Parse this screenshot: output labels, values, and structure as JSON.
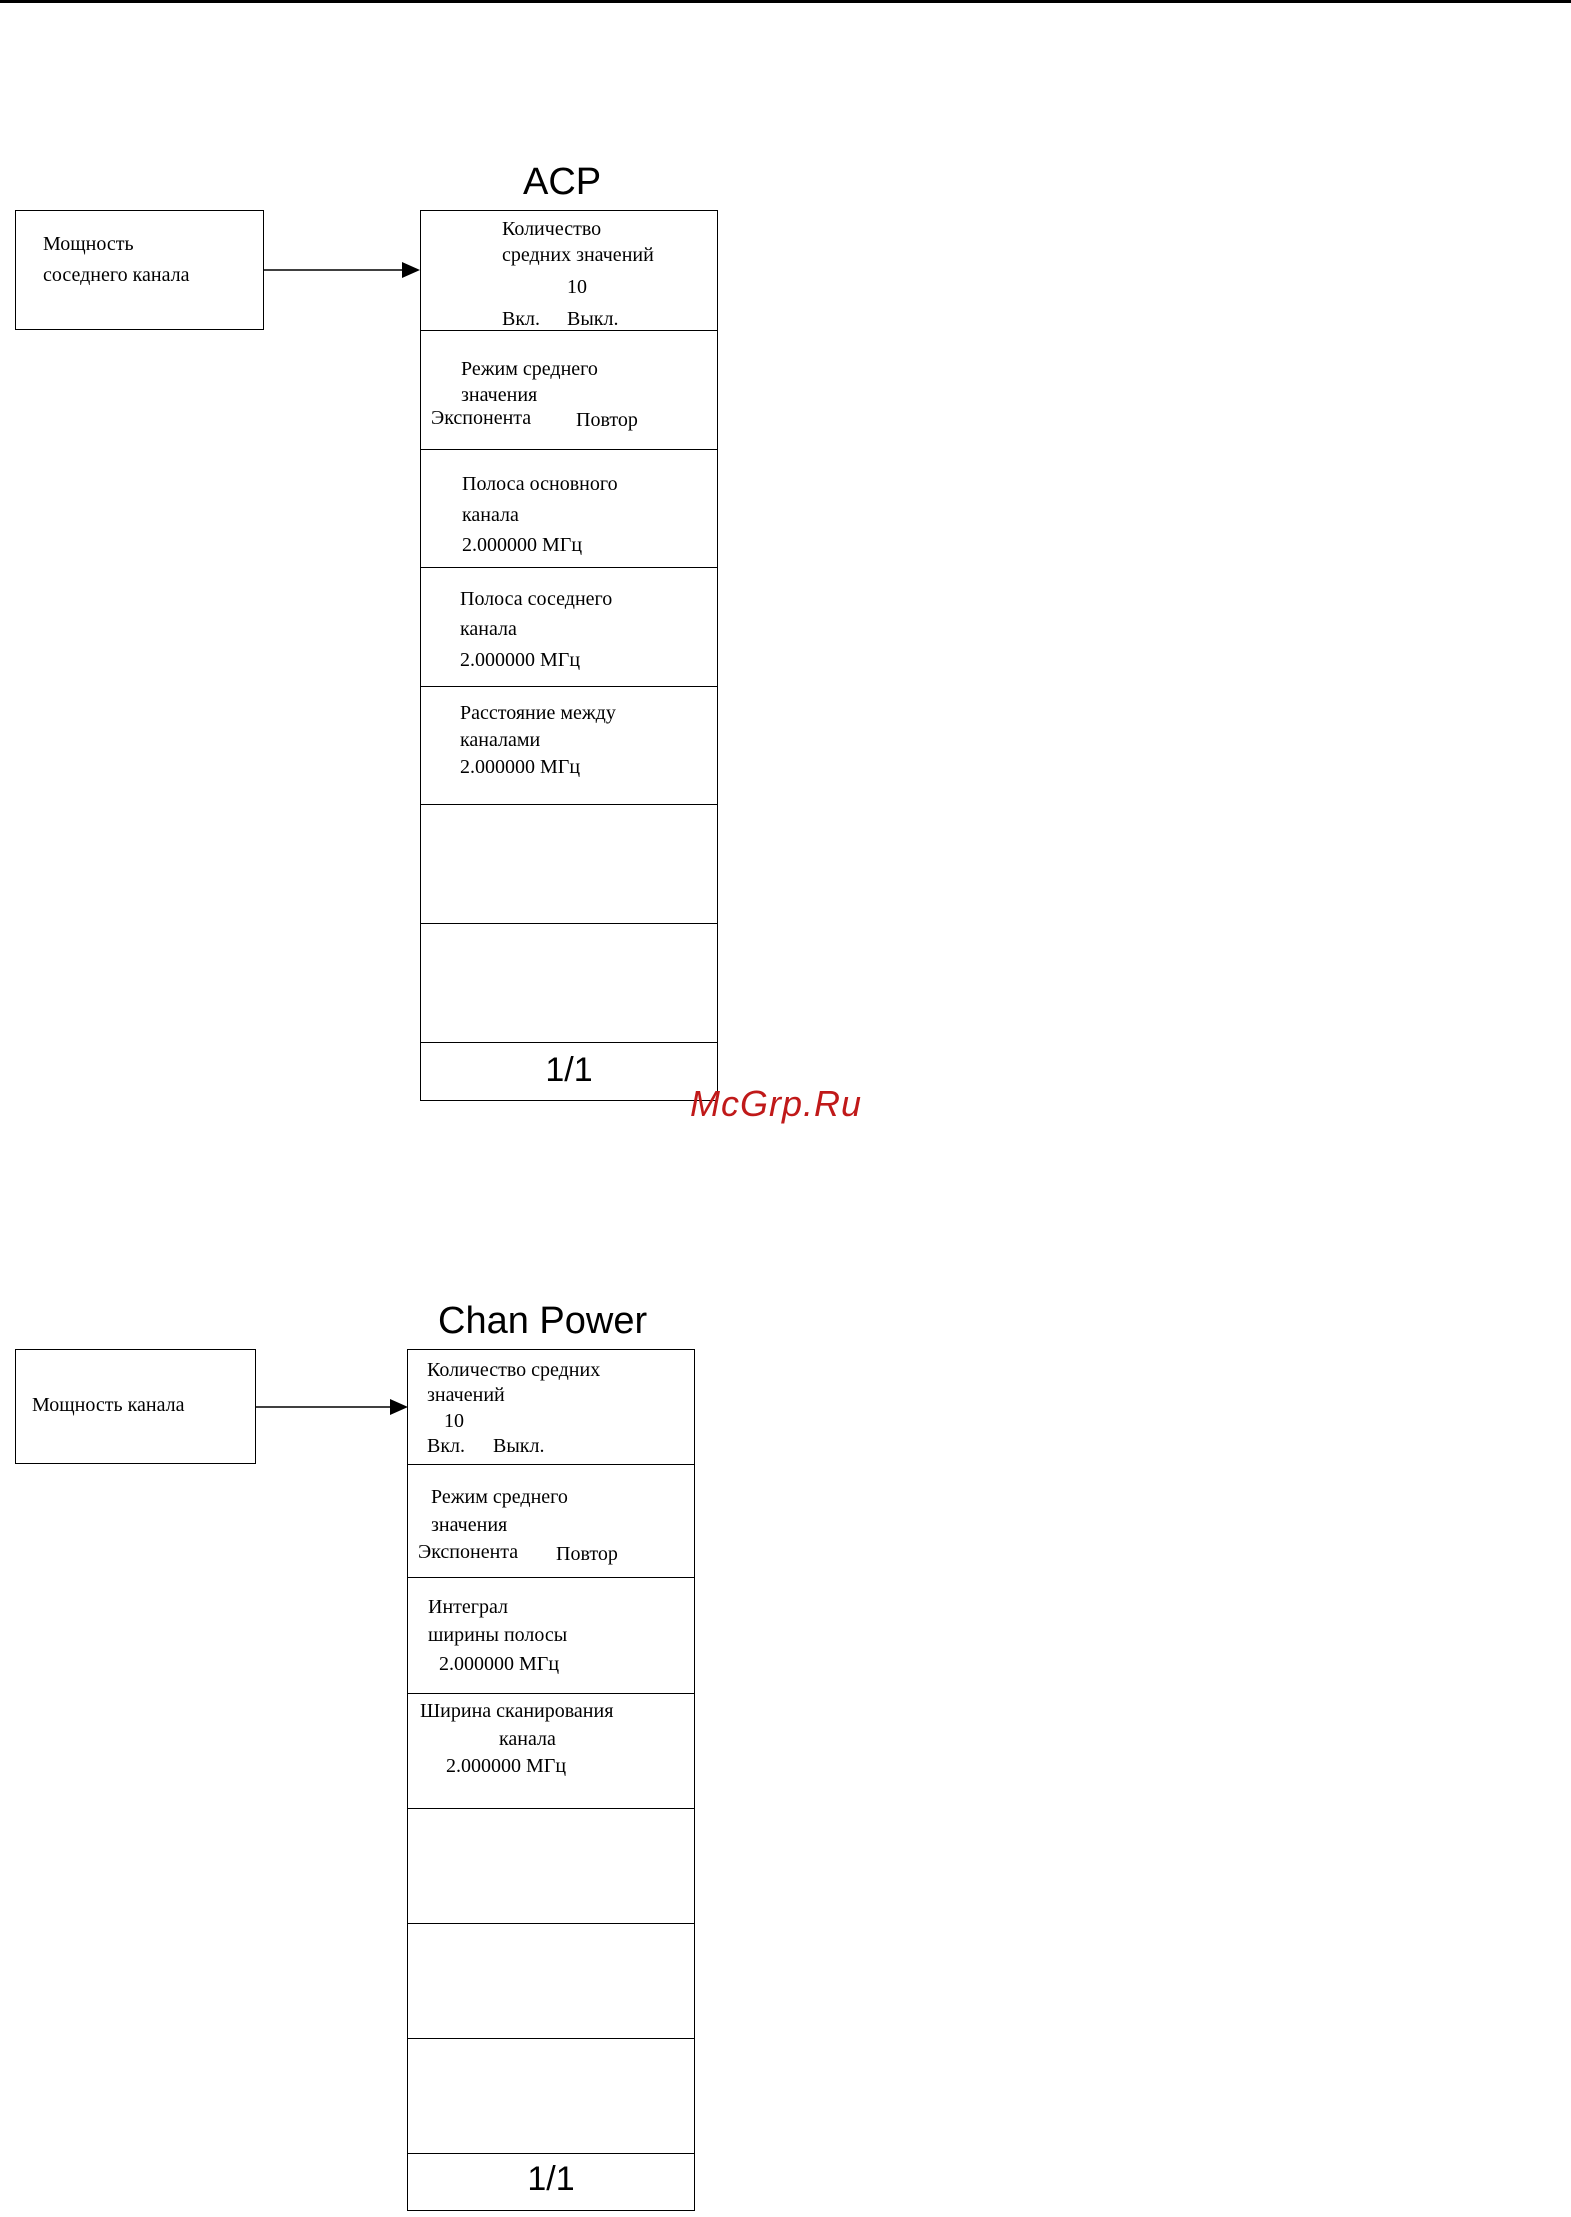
{
  "watermark": "McGrp.Ru",
  "acp": {
    "title": "ACP",
    "source": {
      "line1": "Мощность",
      "line2": "соседнего канала"
    },
    "keys": {
      "avg_count": {
        "line1": "Количество",
        "line2": "средних значений",
        "value": "10",
        "on": "Вкл.",
        "off": "Выкл."
      },
      "avg_mode": {
        "line1": "Режим среднего",
        "line2": "значения",
        "opt1": "Экспонента",
        "opt2": "Повтор"
      },
      "main_bw": {
        "line1": "Полоса основного",
        "line2": "канала",
        "value": "2.000000 МГц"
      },
      "adj_bw": {
        "line1": "Полоса соседнего",
        "line2": "канала",
        "value": "2.000000 МГц"
      },
      "spacing": {
        "line1": "Расстояние между",
        "line2": "каналами",
        "value": "2.000000 МГц"
      }
    },
    "page": "1/1"
  },
  "chan": {
    "title": "Chan Power",
    "source": {
      "line1": "Мощность канала"
    },
    "keys": {
      "avg_count": {
        "line1": "Количество средних",
        "line2": "значений",
        "value": "10",
        "on": "Вкл.",
        "off": "Выкл."
      },
      "avg_mode": {
        "line1": "Режим среднего",
        "line2": "значения",
        "opt1": "Экспонента",
        "opt2": "Повтор"
      },
      "int_bw": {
        "line1": "Интеграл",
        "line2": "ширины полосы",
        "value": "2.000000 МГц"
      },
      "span": {
        "line1": "Ширина сканирования",
        "line2": "канала",
        "value": "2.000000 МГц"
      }
    },
    "page": "1/1"
  }
}
